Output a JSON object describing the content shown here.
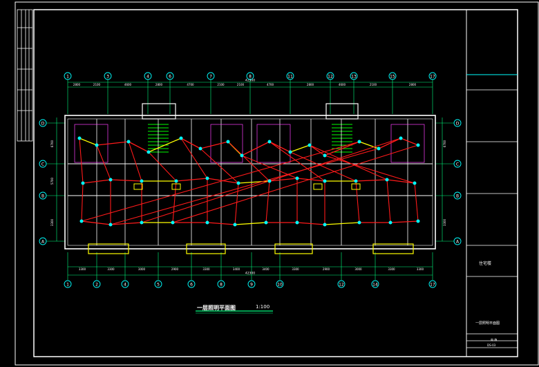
{
  "drawing": {
    "title": "一层照明平面图",
    "scale": "1:100",
    "overall_dimension": "42300"
  },
  "axes": {
    "top": [
      "1",
      "3",
      "4",
      "6",
      "7",
      "8",
      "11",
      "12",
      "13",
      "15",
      "17"
    ],
    "bottom": [
      "1",
      "2",
      "4",
      "5",
      "6",
      "8",
      "9",
      "10",
      "12",
      "14",
      "17"
    ],
    "left": [
      "D",
      "C",
      "B",
      "A"
    ],
    "right": [
      "D",
      "C",
      "B",
      "A"
    ]
  },
  "dimensions": {
    "top": [
      "2800",
      "2100",
      "4600",
      "2800",
      "4700",
      "2100",
      "2100",
      "4700",
      "2800",
      "4600",
      "2100",
      "2800"
    ],
    "bottom": [
      "3300",
      "3300",
      "3000",
      "2900",
      "3300",
      "3400",
      "3400",
      "3300",
      "2900",
      "3000",
      "3300",
      "3300"
    ],
    "left": [
      "6700",
      "5700",
      "3300"
    ],
    "right": [
      "6700",
      "3300"
    ]
  },
  "title_block": {
    "project": "住宅楼",
    "drawing_name": "一层照明平面图",
    "label": "电 施",
    "number": "DS-03"
  },
  "colors": {
    "background": "#000000",
    "frame": "#ffffff",
    "wall": "#ffffff",
    "grid": "#00ff7f",
    "wiring_red": "#ff1a1a",
    "wiring_yellow": "#ffff00",
    "fixture": "#00ffff",
    "accent_magenta": "#ff40ff",
    "accent_green": "#00ff00"
  }
}
